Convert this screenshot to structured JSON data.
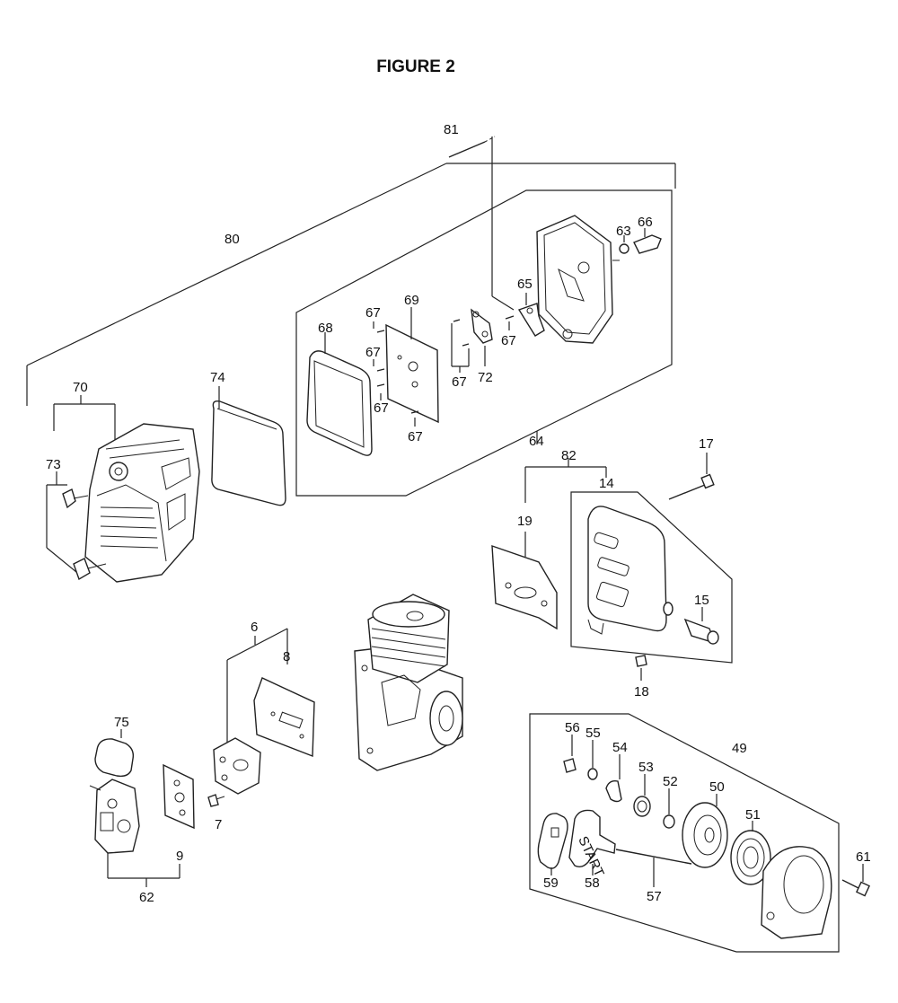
{
  "title": "FIGURE 2",
  "callouts": {
    "c81": "81",
    "c80": "80",
    "c63": "63",
    "c66": "66",
    "c65": "65",
    "c69": "69",
    "c68": "68",
    "c67a": "67",
    "c67b": "67",
    "c67c": "67",
    "c67d": "67",
    "c67e": "67",
    "c67f": "67",
    "c72": "72",
    "c74": "74",
    "c70": "70",
    "c73": "73",
    "c64": "64",
    "c82": "82",
    "c17": "17",
    "c14": "14",
    "c19": "19",
    "c15": "15",
    "c18": "18",
    "c6": "6",
    "c8": "8",
    "c75": "75",
    "c9": "9",
    "c7": "7",
    "c62": "62",
    "c49": "49",
    "c56": "56",
    "c55": "55",
    "c54": "54",
    "c53": "53",
    "c52": "52",
    "c50": "50",
    "c51": "51",
    "c61": "61",
    "c59": "59",
    "c58": "58",
    "c57": "57"
  },
  "start_label": "START"
}
